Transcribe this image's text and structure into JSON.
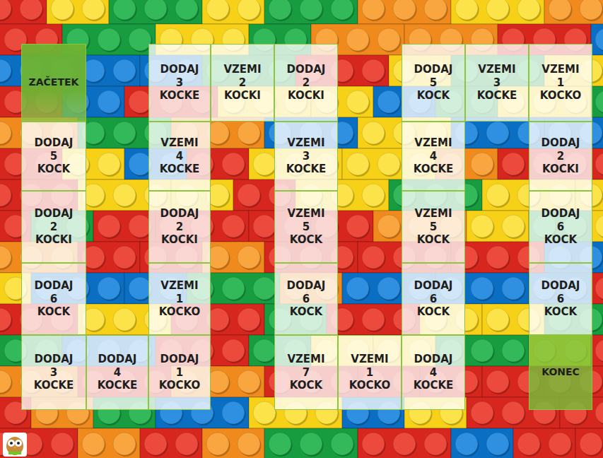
{
  "diagram": {
    "nodes": [
      {
        "text": [
          "ZAČETEK"
        ]
      },
      {
        "text": [
          "DODAJ 5 KOCK"
        ]
      },
      {
        "text": [
          "DODAJ 2 KOCKI"
        ]
      },
      {
        "text": [
          "DODAJ 6 KOCK"
        ]
      },
      {
        "text": [
          "DODAJ 3 KOCKE"
        ]
      },
      {
        "text": [
          "DODAJ 4 KOCKE"
        ]
      },
      {
        "text": [
          "DODAJ 1 KOCKO"
        ]
      },
      {
        "text": [
          "VZEMI 1 KOCKO"
        ]
      },
      {
        "text": [
          "DODAJ 2 KOCKI"
        ]
      },
      {
        "text": [
          "VZEMI 4 KOCKE"
        ]
      },
      {
        "text": [
          "DODAJ 3 KOCKE"
        ]
      },
      {
        "text": [
          "VZEMI 2 KOCKI"
        ]
      },
      {
        "text": [
          "DODAJ 2 KOCKI"
        ]
      },
      {
        "text": [
          "VZEMI 3 KOCKE"
        ]
      },
      {
        "text": [
          "VZEMI 5 KOCK"
        ]
      },
      {
        "text": [
          "DODAJ 6 KOCK"
        ]
      },
      {
        "text": [
          "VZEMI 7 KOCK"
        ]
      },
      {
        "text": [
          "VZEMI 1 KOCKO"
        ]
      },
      {
        "text": [
          "DODAJ 4 KOCKE"
        ]
      },
      {
        "text": [
          "DODAJ 6 KOCK"
        ]
      },
      {
        "text": [
          "VZEMI 5 KOCK"
        ]
      },
      {
        "text": [
          "VZEMI 4 KOCKE"
        ]
      },
      {
        "text": [
          "DODAJ 5 KOCK"
        ]
      },
      {
        "text": [
          "VZEMI 3 KOCKE"
        ]
      },
      {
        "text": [
          "VZEMI 1 KOCKO"
        ]
      },
      {
        "text": [
          "DODAJ 2 KOCKI"
        ]
      },
      {
        "text": [
          "DODAJ 6 KOCK"
        ]
      },
      {
        "text": [
          "DODAJ 6 KOCK"
        ]
      },
      {
        "text": [
          "KONEC"
        ]
      }
    ]
  }
}
